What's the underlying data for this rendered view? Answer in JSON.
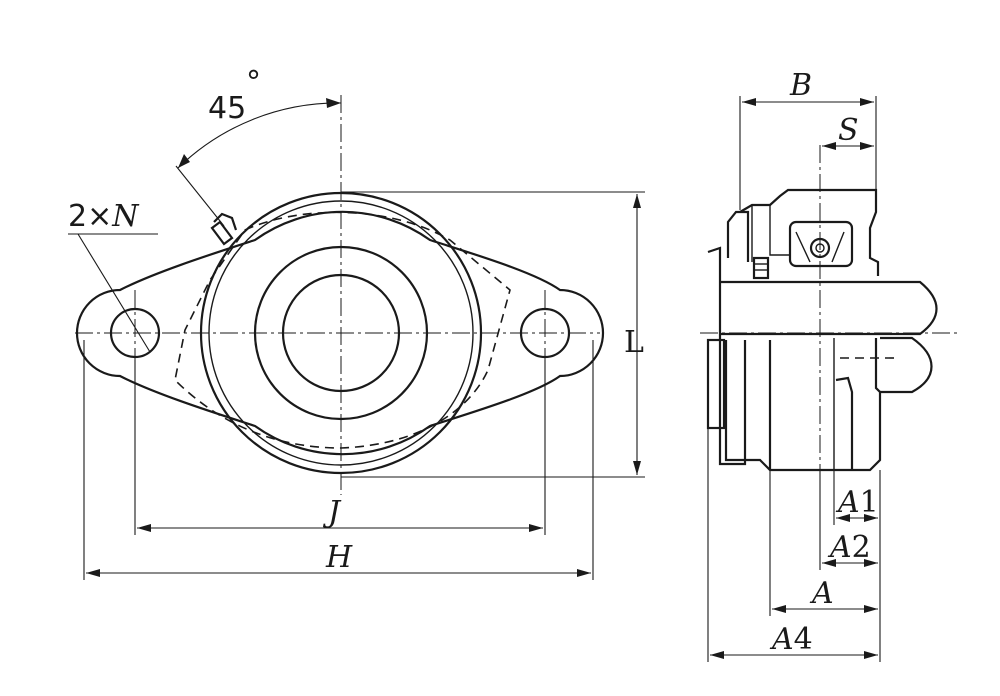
{
  "front_view": {
    "angle_label": "45",
    "angle_unit": "°",
    "hole_count": "2",
    "hole_times": "×",
    "hole_label": "N",
    "dims": {
      "height": "L",
      "bolt_spacing": "J",
      "overall_length": "H"
    }
  },
  "side_view": {
    "dims": {
      "width": "B",
      "set_screw": "S",
      "a1": {
        "main": "A",
        "sub": "1"
      },
      "a2": {
        "main": "A",
        "sub": "2"
      },
      "a": "A",
      "a4": {
        "main": "A",
        "sub": "4"
      }
    }
  }
}
